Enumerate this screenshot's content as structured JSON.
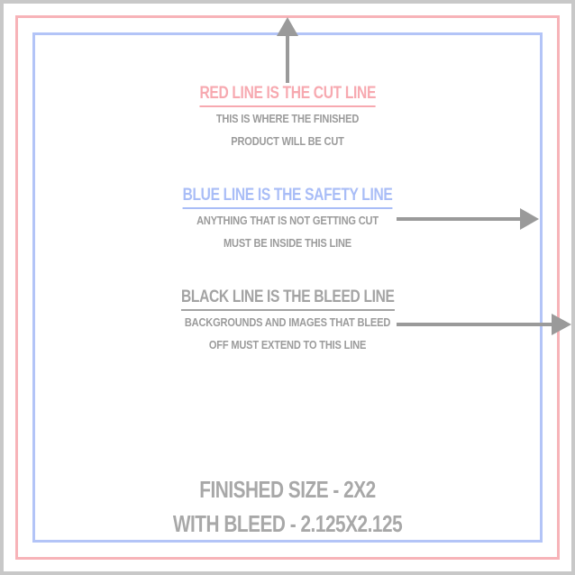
{
  "labels": {
    "cut": {
      "heading": "RED LINE IS THE CUT LINE",
      "line1": "THIS IS WHERE THE FINISHED",
      "line2": "PRODUCT WILL BE CUT",
      "color": "#f7a9b0"
    },
    "safety": {
      "heading": "BLUE LINE IS THE SAFETY LINE",
      "line1": "ANYTHING THAT IS NOT GETTING CUT",
      "line2": "MUST BE INSIDE THIS LINE",
      "color": "#a9bdf7"
    },
    "bleed": {
      "heading": "BLACK LINE IS THE BLEED LINE",
      "line1": "BACKGROUNDS AND IMAGES THAT BLEED",
      "line2": "OFF MUST EXTEND TO THIS LINE",
      "color": "#a3a3a3"
    }
  },
  "footer": {
    "finished_size": "FINISHED SIZE - 2X2",
    "with_bleed": "WITH BLEED - 2.125X2.125"
  },
  "colors": {
    "bleed_line": "#c8c8c8",
    "cut_line": "#f7b3b8",
    "safety_line": "#b3c4f7",
    "arrow": "#9a9a9a",
    "text": "#9b9b9b"
  }
}
